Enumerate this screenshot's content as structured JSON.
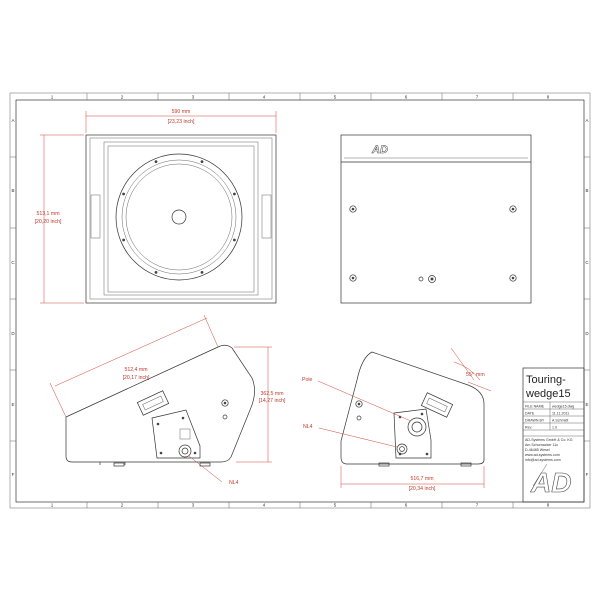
{
  "frame": {
    "columns": [
      "1",
      "2",
      "3",
      "4",
      "5",
      "6",
      "7",
      "8"
    ],
    "rows": [
      "A",
      "B",
      "C",
      "D",
      "E",
      "F"
    ]
  },
  "dimensions": {
    "width_mm": "590 mm",
    "width_inch": "[23,23 inch]",
    "height_mm": "513,1 mm",
    "height_inch": "[20,20 inch]",
    "diag_mm": "512,4 mm",
    "diag_inch": "[20,17 inch]",
    "side_h_mm": "362,5 mm",
    "side_h_inch": "[14,27 inch]",
    "depth_mm": "516,7 mm",
    "depth_inch": "[20,34 inch]",
    "angle": "55°"
  },
  "callouts": {
    "pole": "Pole",
    "nl4_left": "NL4",
    "nl4_right": "NL4",
    "unit": "mm"
  },
  "title_block": {
    "title_line1": "Touring-",
    "title_line2": "wedge15",
    "rows": [
      {
        "label": "FILE NAME",
        "value": "wedge15.dwg"
      },
      {
        "label": "DATE",
        "value": "11.11.2011"
      },
      {
        "label": "DRAWN BY",
        "value": "A.Schmidt"
      },
      {
        "label": "Rev.",
        "value": "1.0"
      }
    ],
    "company": [
      "AD-Systems GmbH & Co. KG",
      "Am Schornacker 11c",
      "D-46485 Wesel",
      "www.ad-systems.com",
      "info@ad-systems.com"
    ],
    "logo": "AD"
  }
}
